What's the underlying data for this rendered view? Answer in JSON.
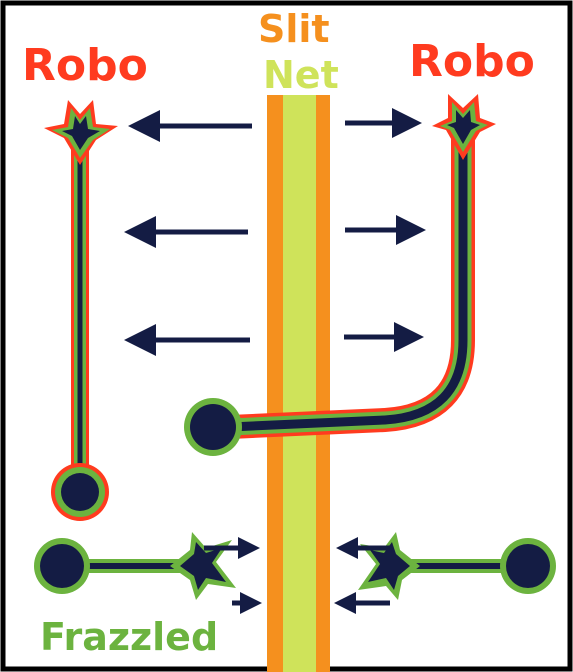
{
  "labels": {
    "robo_left": "Robo",
    "robo_right": "Robo",
    "slit": "Slit",
    "net": "Net",
    "frazzled": "Frazzled"
  },
  "colors": {
    "robo": "#ff3b1f",
    "slit": "#f5901e",
    "net": "#cfe35a",
    "frazzled": "#6cb33f",
    "axon_fill": "#141c44",
    "axon_outline": "#6cb33f",
    "arrow": "#141c44",
    "frame": "#000000"
  }
}
